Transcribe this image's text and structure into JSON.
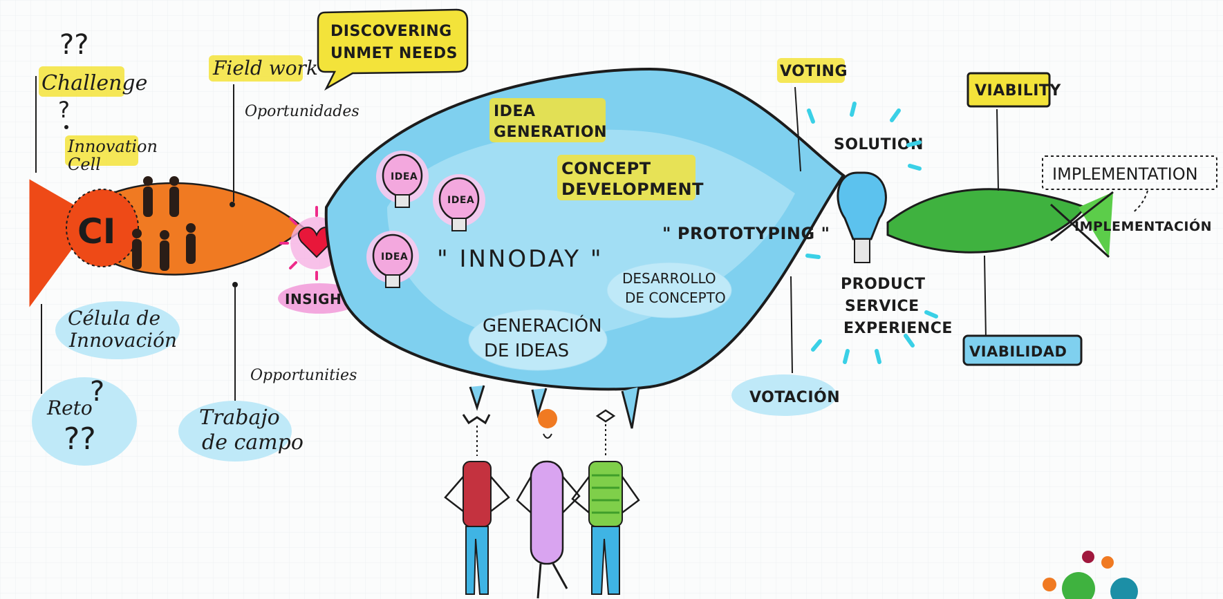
{
  "left_stage": {
    "q_top": "??",
    "challenge": "Challenge",
    "q_mid": "?",
    "innovation_cell": [
      "Innovation",
      "Cell"
    ],
    "ci": "CI",
    "celula": [
      "Célula de",
      "Innovación"
    ],
    "reto": "Reto",
    "reto_q1": "?",
    "reto_q2": "??"
  },
  "field_stage": {
    "field_work": "Field work",
    "oportunidades": "Oportunidades",
    "opportunities": "Opportunities",
    "trabajo": [
      "Trabajo",
      "de campo"
    ]
  },
  "speech_bubble": [
    "DISCOVERING",
    "UNMET NEEDS"
  ],
  "insights": "INSIGHTS",
  "center_stage": {
    "idea_generation": [
      "IDEA",
      "GENERATION"
    ],
    "concept_development": [
      "CONCEPT",
      "DEVELOPMENT"
    ],
    "bulb_label": "IDEA",
    "innoday": "\" INNODAY \"",
    "prototyping": "\" PROTOTYPING \"",
    "desarrollo": [
      "DESARROLLO",
      "DE CONCEPTO"
    ],
    "generacion": [
      "GENERACIÓN",
      "DE IDEAS"
    ]
  },
  "solution_stage": {
    "voting": "VOTING",
    "solution": "SOLUTION",
    "product": [
      "PRODUCT",
      "SERVICE",
      "EXPERIENCE"
    ],
    "votacion": "VOTACIÓN"
  },
  "right_stage": {
    "viability": "VIABILITY",
    "implementation": "IMPLEMENTATION",
    "implementacion": "IMPLEMENTACIÓN",
    "viabilidad": "VIABILIDAD"
  },
  "colors": {
    "orange": "#f07a22",
    "red_orange": "#ee4a17",
    "blue": "#7fd0ef",
    "blue_light": "#bfe9f8",
    "green": "#3fb23f",
    "yellow": "#f3e33a",
    "pink": "#f3a8de"
  }
}
